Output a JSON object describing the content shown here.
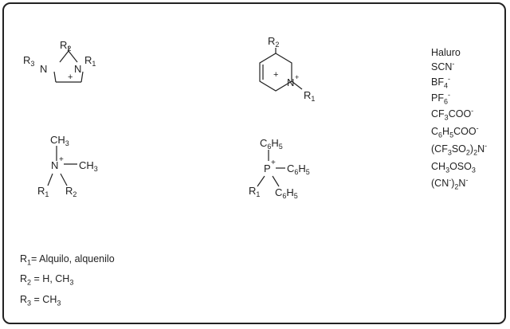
{
  "cations": {
    "imidazolium": {
      "r1": "R1",
      "r2": "R2",
      "r3": "R3",
      "n_left": "N",
      "n_right": "N",
      "charge": "+"
    },
    "pyridinium": {
      "r1": "R1",
      "r2": "R2",
      "n": "N",
      "charge": "+"
    },
    "ammonium": {
      "n": "N",
      "charge": "+",
      "ch3_top": "CH3",
      "ch3_right": "CH3",
      "r1": "R1",
      "r2": "R2"
    },
    "phosphonium": {
      "p": "P",
      "charge": "+",
      "c6h5_top": "C6H5",
      "c6h5_right": "C6H5",
      "c6h5_bottom": "C6H5",
      "r1": "R1"
    }
  },
  "anions": {
    "haluro": "Haluro",
    "scn": "SCN-",
    "bf4": "BF4-",
    "pf6": "PF6-",
    "cf3coo": "CF3COO-",
    "c6h5coo": "C6H5COO-",
    "cf3so2_2n": "(CF3SO2)2N-",
    "ch3oso3": "CH3OSO3",
    "cn_2n": "(CN-)2N-"
  },
  "legend": {
    "r1": "R1= Alquilo, alquenilo",
    "r2": "R2 = H, CH3",
    "r3": "R3 = CH3"
  }
}
